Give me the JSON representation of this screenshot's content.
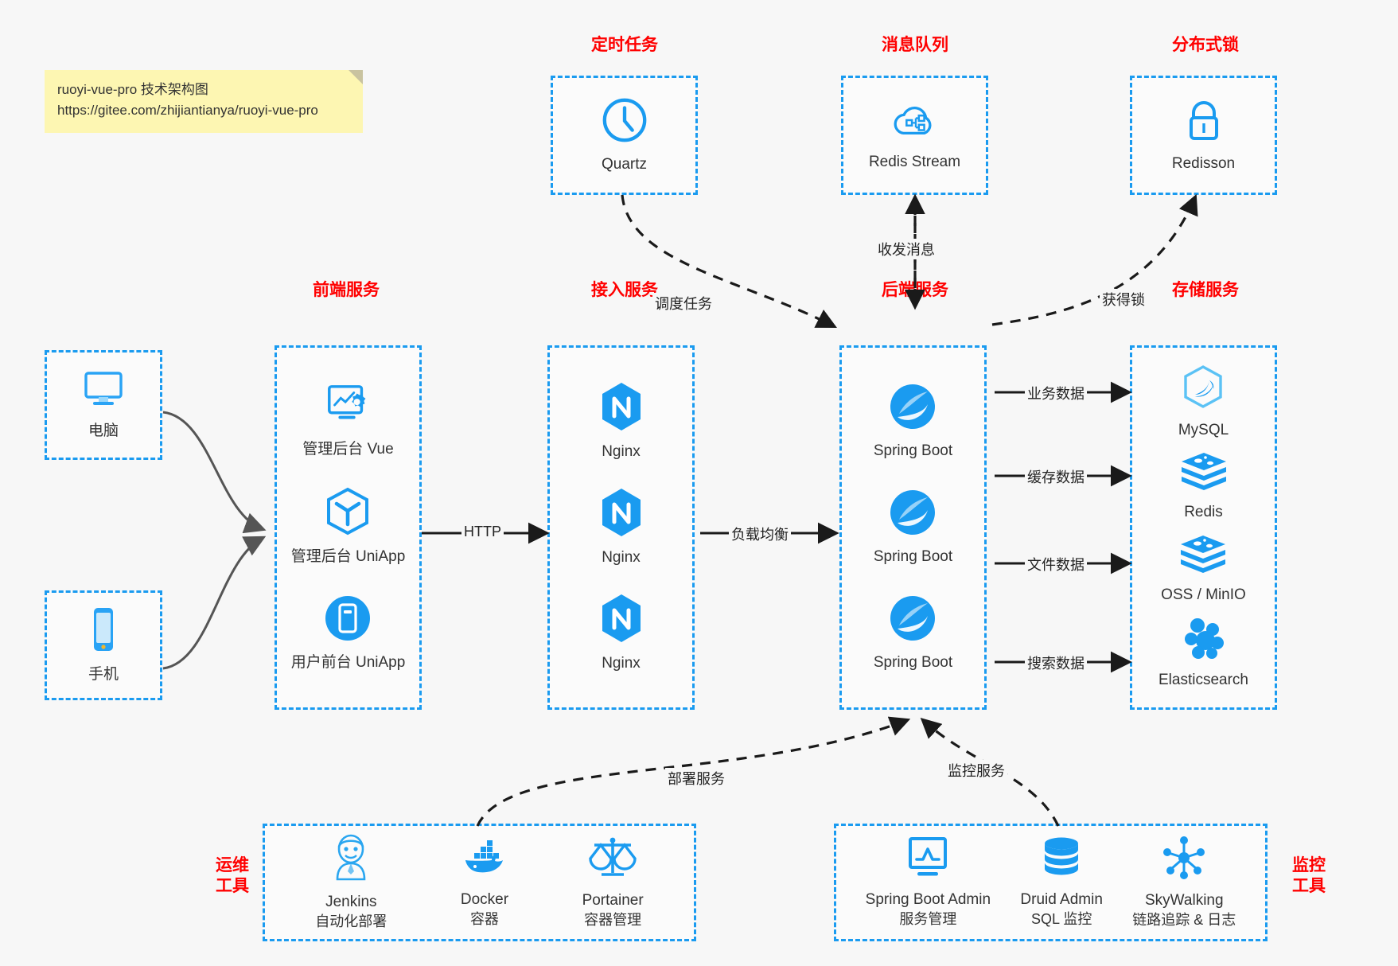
{
  "note": {
    "line1": "ruoyi-vue-pro 技术架构图",
    "line2": "https://gitee.com/zhijiantianya/ruoyi-vue-pro"
  },
  "colors": {
    "group_border": "#1a9bf0",
    "group_title": "#ff0000",
    "icon_blue": "#1a9bf0",
    "background": "#f7f7f7",
    "note_bg": "#fdf6b2",
    "arrow_solid": "#1a1a1a",
    "arrow_curve": "#555555"
  },
  "groups": {
    "scheduler": {
      "title": "定时任务",
      "nodes": [
        {
          "label": "Quartz",
          "icon": "clock-icon"
        }
      ]
    },
    "mq": {
      "title": "消息队列",
      "nodes": [
        {
          "label": "Redis Stream",
          "icon": "cloud-nodes-icon"
        }
      ]
    },
    "lock": {
      "title": "分布式锁",
      "nodes": [
        {
          "label": "Redisson",
          "icon": "lock-icon"
        }
      ]
    },
    "clients": {
      "pc": {
        "label": "电脑",
        "icon": "desktop-monitor-icon"
      },
      "mobile": {
        "label": "手机",
        "icon": "smartphone-icon"
      }
    },
    "frontend": {
      "title": "前端服务",
      "nodes": [
        {
          "label": "管理后台 Vue",
          "icon": "dashboard-gear-icon"
        },
        {
          "label": "管理后台 UniApp",
          "icon": "cube-icon"
        },
        {
          "label": "用户前台 UniApp",
          "icon": "mobile-circle-icon"
        }
      ]
    },
    "gateway": {
      "title": "接入服务",
      "nodes": [
        {
          "label": "Nginx",
          "icon": "nginx-icon"
        },
        {
          "label": "Nginx",
          "icon": "nginx-icon"
        },
        {
          "label": "Nginx",
          "icon": "nginx-icon"
        }
      ]
    },
    "backend": {
      "title": "后端服务",
      "nodes": [
        {
          "label": "Spring Boot",
          "icon": "spring-leaf-icon"
        },
        {
          "label": "Spring Boot",
          "icon": "spring-leaf-icon"
        },
        {
          "label": "Spring Boot",
          "icon": "spring-leaf-icon"
        }
      ]
    },
    "storage": {
      "title": "存储服务",
      "nodes": [
        {
          "label": "MySQL",
          "icon": "mysql-dolphin-icon"
        },
        {
          "label": "Redis",
          "icon": "redis-stack-icon"
        },
        {
          "label": "OSS / MinIO",
          "icon": "redis-stack-icon"
        },
        {
          "label": "Elasticsearch",
          "icon": "elasticsearch-icon"
        }
      ]
    },
    "devops": {
      "title": "运维\n工具",
      "title_line1": "运维",
      "title_line2": "工具",
      "nodes": [
        {
          "label": "Jenkins",
          "sublabel": "自动化部署",
          "icon": "jenkins-butler-icon"
        },
        {
          "label": "Docker",
          "sublabel": "容器",
          "icon": "docker-whale-icon"
        },
        {
          "label": "Portainer",
          "sublabel": "容器管理",
          "icon": "scales-icon"
        }
      ]
    },
    "monitor": {
      "title_line1": "监控",
      "title_line2": "工具",
      "nodes": [
        {
          "label": "Spring Boot Admin",
          "sublabel": "服务管理",
          "icon": "monitor-chart-icon"
        },
        {
          "label": "Druid Admin",
          "sublabel": "SQL 监控",
          "icon": "database-cylinder-icon"
        },
        {
          "label": "SkyWalking",
          "sublabel": "链路追踪 & 日志",
          "icon": "network-nodes-icon"
        }
      ]
    }
  },
  "edges": [
    {
      "id": "http",
      "label": "HTTP"
    },
    {
      "id": "lb",
      "label": "负载均衡"
    },
    {
      "id": "schedule",
      "label": "调度任务"
    },
    {
      "id": "mq-msg",
      "label": "收发消息"
    },
    {
      "id": "get-lock",
      "label": "获得锁"
    },
    {
      "id": "biz-data",
      "label": "业务数据"
    },
    {
      "id": "cache-data",
      "label": "缓存数据"
    },
    {
      "id": "file-data",
      "label": "文件数据"
    },
    {
      "id": "search-data",
      "label": "搜索数据"
    },
    {
      "id": "deploy",
      "label": "部署服务"
    },
    {
      "id": "monitor-svc",
      "label": "监控服务"
    }
  ]
}
